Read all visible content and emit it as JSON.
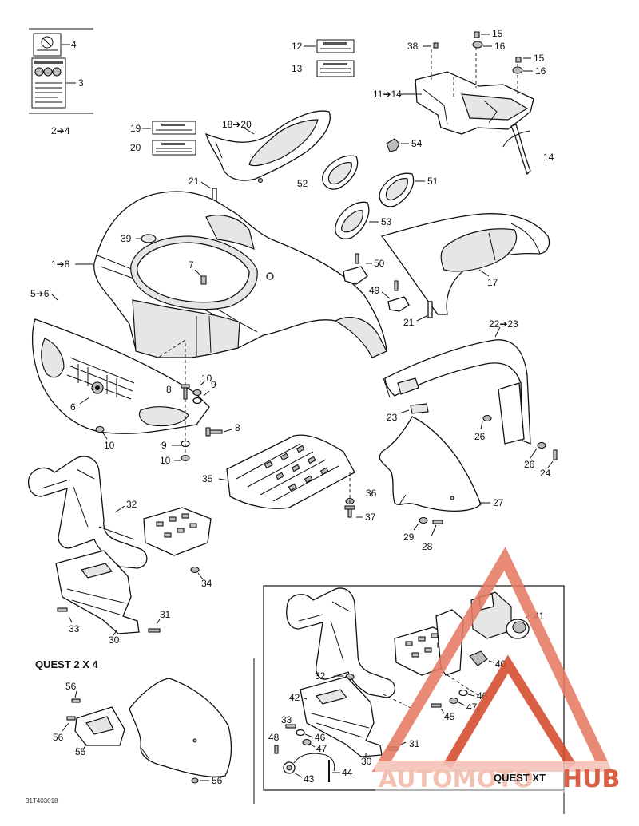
{
  "callouts": {
    "c2_4": "2➔4",
    "c3": "3",
    "c4": "4",
    "c12": "12",
    "c13": "13",
    "c38": "38",
    "c15a": "15",
    "c16a": "16",
    "c15b": "15",
    "c16b": "16",
    "c11_14": "11➔14",
    "c14": "14",
    "c19": "19",
    "c20": "20",
    "c18_20": "18➔20",
    "c54": "54",
    "c21a": "21",
    "c52": "52",
    "c51": "51",
    "c53": "53",
    "c39": "39",
    "c1_8": "1➔8",
    "c7": "7",
    "c50": "50",
    "c49": "49",
    "c17": "17",
    "c21b": "21",
    "c5_6": "5➔6",
    "c22_23": "22➔23",
    "c10a": "10",
    "c9a": "9",
    "c8a": "8",
    "c6": "6",
    "c8b": "8",
    "c23": "23",
    "c26a": "26",
    "c10b": "10",
    "c9b": "9",
    "c10c": "10",
    "c26b": "26",
    "c24": "24",
    "c35": "35",
    "c36": "36",
    "c27": "27",
    "c37": "37",
    "c29": "29",
    "c28": "28",
    "c32": "32",
    "c34": "34",
    "c31": "31",
    "c33": "33",
    "c30": "30",
    "c56a": "56",
    "c56b": "56",
    "c55": "55",
    "c56c": "56",
    "x41": "41",
    "x40": "40",
    "x32": "32",
    "x46a": "46",
    "x47a": "47",
    "x42": "42",
    "x45": "45",
    "x33": "33",
    "x46b": "46",
    "x47b": "47",
    "x48": "48",
    "x31": "31",
    "x30": "30",
    "x43": "43",
    "x44": "44"
  },
  "headings": {
    "quest_2x4": "QUEST 2 X 4",
    "quest_xt": "QUEST XT"
  },
  "diagram_code": "31T403018",
  "watermark": {
    "part1": "AUTOMOTO",
    "part2": "HUB",
    "color1": "#f2b9a8",
    "color2": "#d44a2c"
  }
}
